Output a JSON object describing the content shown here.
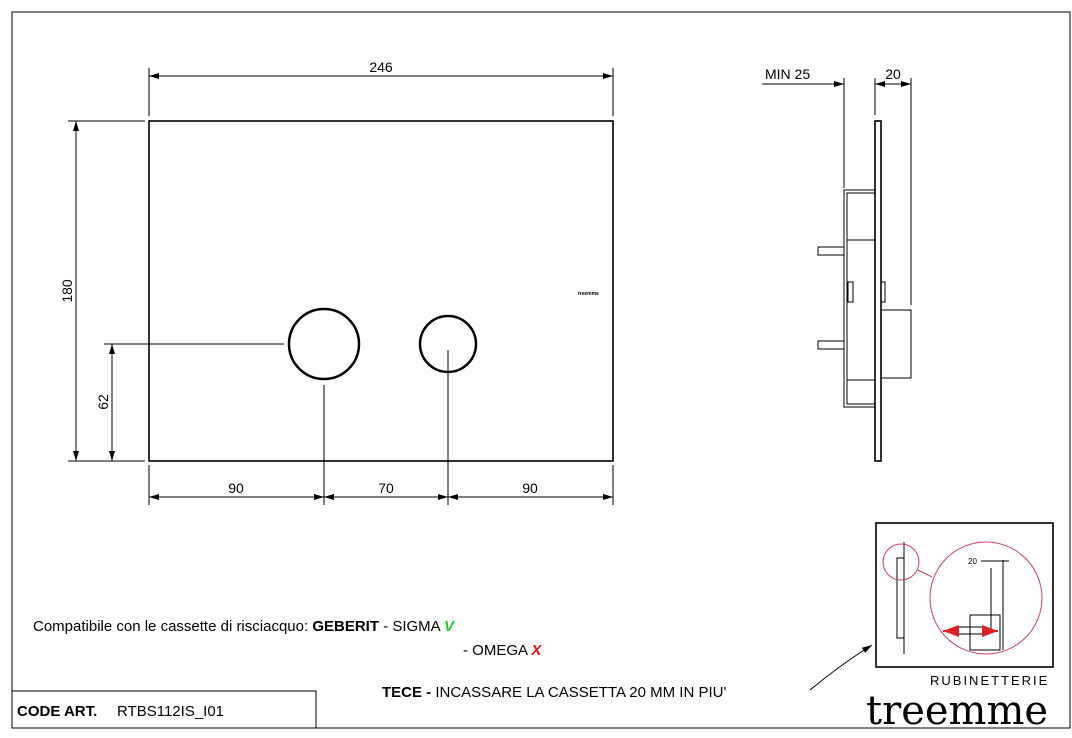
{
  "dimensions": {
    "width": "246",
    "height": "180",
    "button_height": "62",
    "left_margin": "90",
    "button_spacing": "70",
    "right_margin": "90",
    "min_depth": "MIN 25",
    "protrusion": "20",
    "detail_dim": "20"
  },
  "plate_logo": "treemme",
  "compatibility": {
    "intro": "Compatibile con le cassette di risciacquo: ",
    "brand": "GEBERIT",
    "sigma": " - SIGMA ",
    "sigma_mark": "V",
    "omega": "- OMEGA ",
    "omega_mark": "X",
    "sigma_color": "#22cc22",
    "omega_color": "#ee1111"
  },
  "tece": {
    "brand": "TECE - ",
    "note": "INCASSARE LA CASSETTA 20 MM IN PIU'"
  },
  "code": {
    "label": "CODE ART.",
    "value": "RTBS112IS_I01"
  },
  "brand": {
    "sub": "RUBINETTERIE",
    "name": "treemme"
  }
}
